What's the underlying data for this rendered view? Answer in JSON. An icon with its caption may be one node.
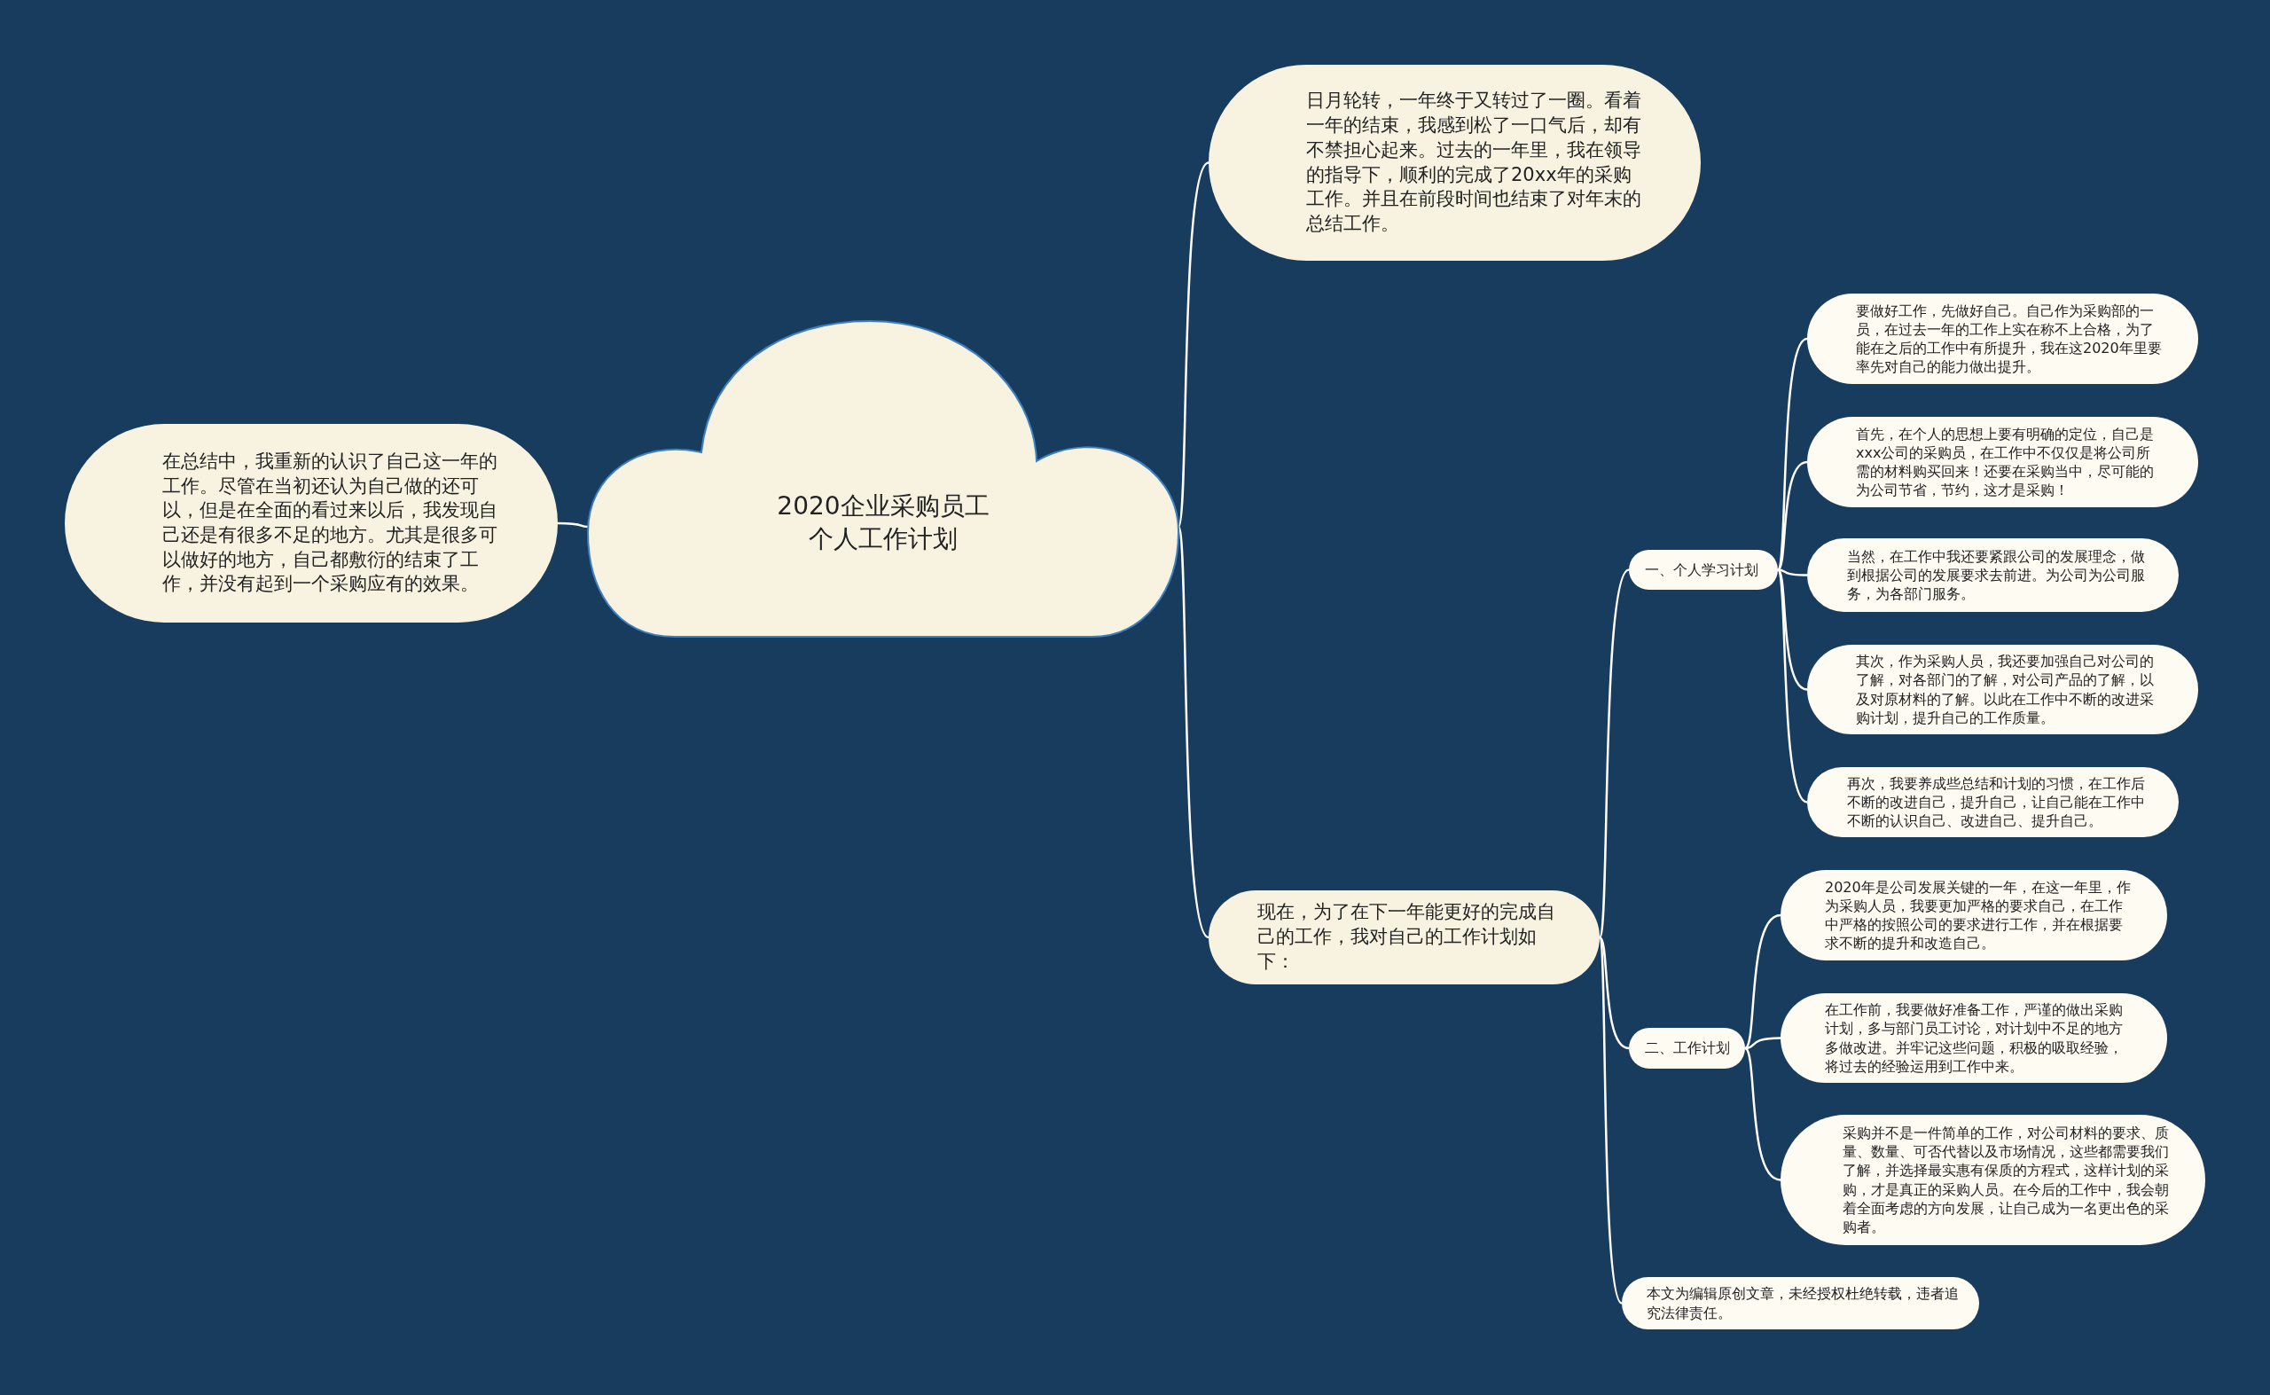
{
  "diagram": {
    "nodes": [
      {
        "text": [
          "2020企业采购员工个人工作计划"
        ]
      },
      {
        "text": [
          "在总结中，我重新的认识了自己这一年的工作。尽管在当初还认为自己做的还可以，但是在全面的看过来以后，我发现自己还是有很多不足的地方。尤其是很多可以做好的地方，自己都敷衍的结束了工作，并没有起到一个采购应有的效果。"
        ]
      },
      {
        "text": [
          "日月轮转，一年终于又转过了一圈。看着一年的结束，我感到松了一口气后，却有不禁担心起来。过去的一年里，我在领导的指导下，顺利的完成了20xx年的采购工作。并且在前段时间也结束了对年末的总结工作。"
        ]
      },
      {
        "text": [
          "现在，为了在下一年能更好的完成自己的工作，我对自己的工作计划如下："
        ]
      },
      {
        "text": [
          "一、个人学习计划"
        ]
      },
      {
        "text": [
          "要做好工作，先做好自己。自己作为采购部的一员，在过去一年的工作上实在称不上合格，为了能在之后的工作中有所提升，我在这2020年里要率先对自己的能力做出提升。"
        ]
      },
      {
        "text": [
          "首先，在个人的思想上要有明确的定位，自己是xxx公司的采购员，在工作中不仅仅是将公司所需的材料购买回来！还要在采购当中，尽可能的为公司节省，节约，这才是采购！"
        ]
      },
      {
        "text": [
          "当然，在工作中我还要紧跟公司的发展理念，做到根据公司的发展要求去前进。为公司为公司服务，为各部门服务。"
        ]
      },
      {
        "text": [
          "其次，作为采购人员，我还要加强自己对公司的了解，对各部门的了解，对公司产品的了解，以及对原材料的了解。以此在工作中不断的改进采购计划，提升自己的工作质量。"
        ]
      },
      {
        "text": [
          "再次，我要养成些总结和计划的习惯，在工作后不断的改进自己，提升自己，让自己能在工作中不断的认识自己、改进自己、提升自己。"
        ]
      },
      {
        "text": [
          "二、工作计划"
        ]
      },
      {
        "text": [
          "2020年是公司发展关键的一年，在这一年里，作为采购人员，我要更加严格的要求自己，在工作中严格的按照公司的要求进行工作，并在根据要求不断的提升和改造自己。"
        ]
      },
      {
        "text": [
          "在工作前，我要做好准备工作，严谨的做出采购计划，多与部门员工讨论，对计划中不足的地方多做改进。并牢记这些问题，积极的吸取经验，将过去的经验运用到工作中来。"
        ]
      },
      {
        "text": [
          "采购并不是一件简单的工作，对公司材料的要求、质量、数量、可否代替以及市场情况，这些都需要我们了解，并选择最实惠有保质的方程式，这样计划的采购，才是真正的采购人员。在今后的工作中，我会朝着全面考虑的方向发展，让自己成为一名更出色的采购者。"
        ]
      },
      {
        "text": [
          "本文为编辑原创文章，未经授权杜绝转载，违者追究法律责任。"
        ]
      }
    ],
    "edges": [
      {
        "from": 0,
        "to": 1,
        "arrow": "none"
      },
      {
        "from": 0,
        "to": 2,
        "arrow": "none"
      },
      {
        "from": 0,
        "to": 3,
        "arrow": "none"
      },
      {
        "from": 3,
        "to": 4,
        "arrow": "none"
      },
      {
        "from": 4,
        "to": 5,
        "arrow": "none"
      },
      {
        "from": 4,
        "to": 6,
        "arrow": "none"
      },
      {
        "from": 4,
        "to": 7,
        "arrow": "none"
      },
      {
        "from": 4,
        "to": 8,
        "arrow": "none"
      },
      {
        "from": 4,
        "to": 9,
        "arrow": "none"
      },
      {
        "from": 3,
        "to": 10,
        "arrow": "none"
      },
      {
        "from": 10,
        "to": 11,
        "arrow": "none"
      },
      {
        "from": 10,
        "to": 12,
        "arrow": "none"
      },
      {
        "from": 10,
        "to": 13,
        "arrow": "none"
      },
      {
        "from": 3,
        "to": 14,
        "arrow": "none"
      }
    ]
  }
}
